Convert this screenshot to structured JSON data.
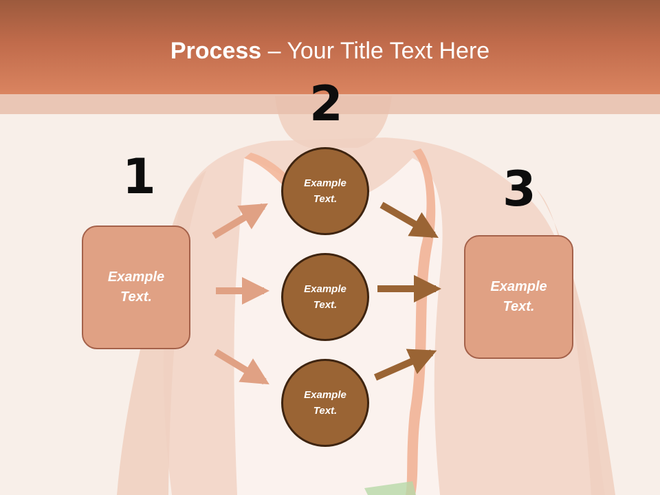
{
  "slide": {
    "title_bold": "Process",
    "title_rest": " – Your Title Text Here"
  },
  "steps": [
    {
      "number": "1",
      "label": "Example Text."
    },
    {
      "number": "2",
      "circles": [
        "Example Text.",
        "Example Text.",
        "Example Text."
      ]
    },
    {
      "number": "3",
      "label": "Example Text."
    }
  ],
  "colors": {
    "header": "#c06b4b",
    "box_fill": "#e0a184",
    "circle_fill": "#9a6434",
    "left_arrows": "#e0a184",
    "right_arrows": "#9a6434"
  }
}
